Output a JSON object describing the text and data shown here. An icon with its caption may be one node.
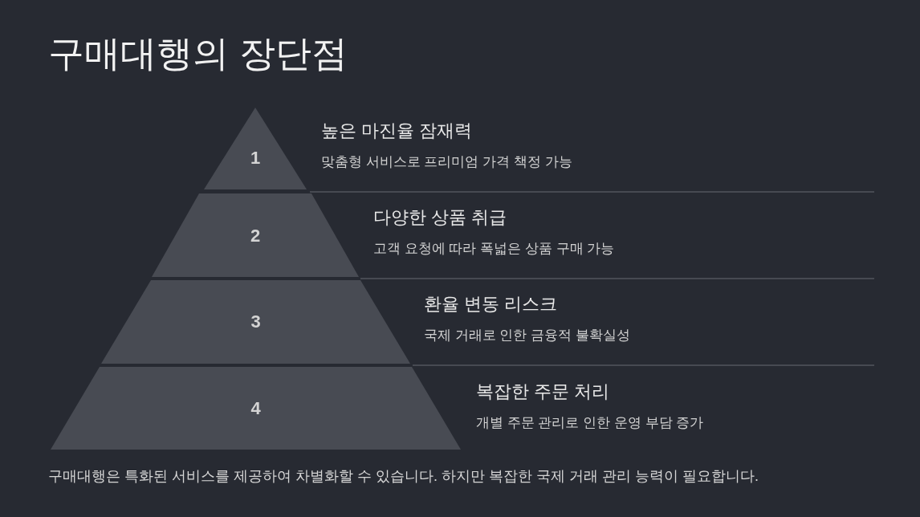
{
  "diagram": {
    "title": "구매대행의 장단점",
    "caption": "구매대행은 특화된 서비스를 제공하여 차별화할 수 있습니다. 하지만 복잡한 국제 거래 관리 능력이 필요합니다.",
    "nodes": [
      {
        "text": [
          "1"
        ],
        "beside": [
          "높은 마진율 잠재력",
          "맞춤형 서비스로 프리미엄 가격 책정 가능"
        ]
      },
      {
        "text": [
          "2"
        ],
        "beside": [
          "다양한 상품 취급",
          "고객 요청에 따라 폭넓은 상품 구매 가능"
        ]
      },
      {
        "text": [
          "3"
        ],
        "beside": [
          "환율 변동 리스크",
          "국제 거래로 인한 금융적 불확실성"
        ]
      },
      {
        "text": [
          "4"
        ],
        "beside": [
          "복잡한 주문 처리",
          "개별 주문 관리로 인한 운영 부담 증가"
        ]
      }
    ]
  }
}
